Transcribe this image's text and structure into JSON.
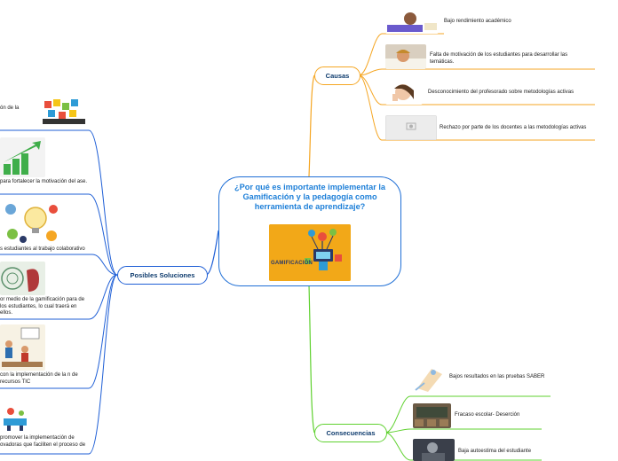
{
  "central": {
    "title": "¿Por qué es importante implementar la Gamificación y la pedagogía como herramienta de aprendizaje?",
    "image_text": "GAMIFICACIÓN"
  },
  "causas": {
    "label": "Causas",
    "items": [
      {
        "text": "Bajo rendimiento académico"
      },
      {
        "text": "Falta de motivación de los estudiantes para desarrollar las temáticas."
      },
      {
        "text": "Desconocimiento del profesorado sobre metodologías activas"
      },
      {
        "text": "Rechazo por parte de los docentes a las metodologías activas"
      }
    ]
  },
  "consecuencias": {
    "label": "Consecuencias",
    "items": [
      {
        "text": "Bajos resultados en las pruebas SABER"
      },
      {
        "text": "Fracaso escolar- Deserción"
      },
      {
        "text": "Baja autoestima del estudiante"
      }
    ]
  },
  "soluciones": {
    "label": "Posibles Soluciones",
    "items": [
      {
        "text": "ón de la"
      },
      {
        "text": "para fortalecer la motivación del ase."
      },
      {
        "text": "s estudiantes al trabajo colaborativo"
      },
      {
        "text": "or medio de la gamificación para de los estudiantes, lo cual traerá en ellos."
      },
      {
        "text": "con la implementación de la n de recursos TIC"
      },
      {
        "text": "promover la implementación de ovadoras que faciliten el proceso de"
      }
    ]
  },
  "colors": {
    "central_border": "#1f6fd6",
    "central_text": "#1d7fd8",
    "causas": "#f5a623",
    "consecuencias": "#5fd12f",
    "soluciones": "#1f5fd6",
    "causas_text": "#0f3c6e",
    "consecuencias_text": "#0f3c6e",
    "soluciones_text": "#0f3c6e"
  }
}
